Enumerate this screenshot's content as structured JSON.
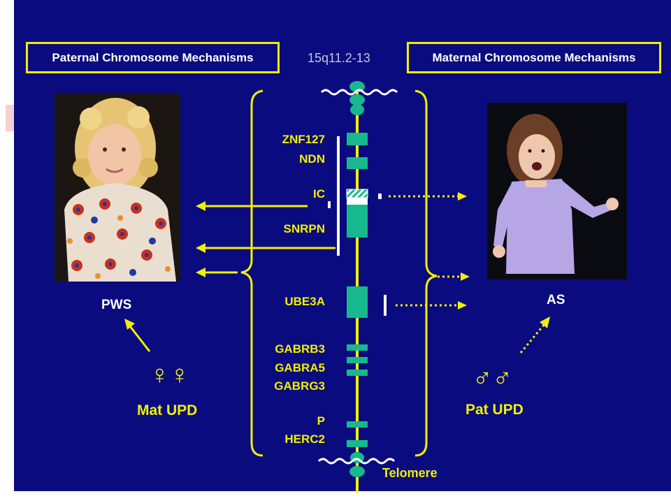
{
  "header": {
    "paternal_box": "Paternal Chromosome Mechanisms",
    "region": "15q11.2-13",
    "maternal_box": "Maternal Chromosome Mechanisms"
  },
  "genes": [
    "ZNF127",
    "NDN",
    "IC",
    "SNRPN",
    "UBE3A",
    "GABRB3",
    "GABRA5",
    "GABRG3",
    "P",
    "HERC2"
  ],
  "telomere": "Telomere",
  "paternal_side": {
    "syndrome": "PWS",
    "symbol": "♀♀",
    "upd": "Mat UPD"
  },
  "maternal_side": {
    "syndrome": "AS",
    "symbol": "♂♂",
    "upd": "Pat UPD"
  },
  "colors": {
    "background": "#0b0b80",
    "accent": "#f0f000",
    "gene": "#17b88d",
    "white": "#ffffff",
    "region_text": "#c4c4dc"
  }
}
